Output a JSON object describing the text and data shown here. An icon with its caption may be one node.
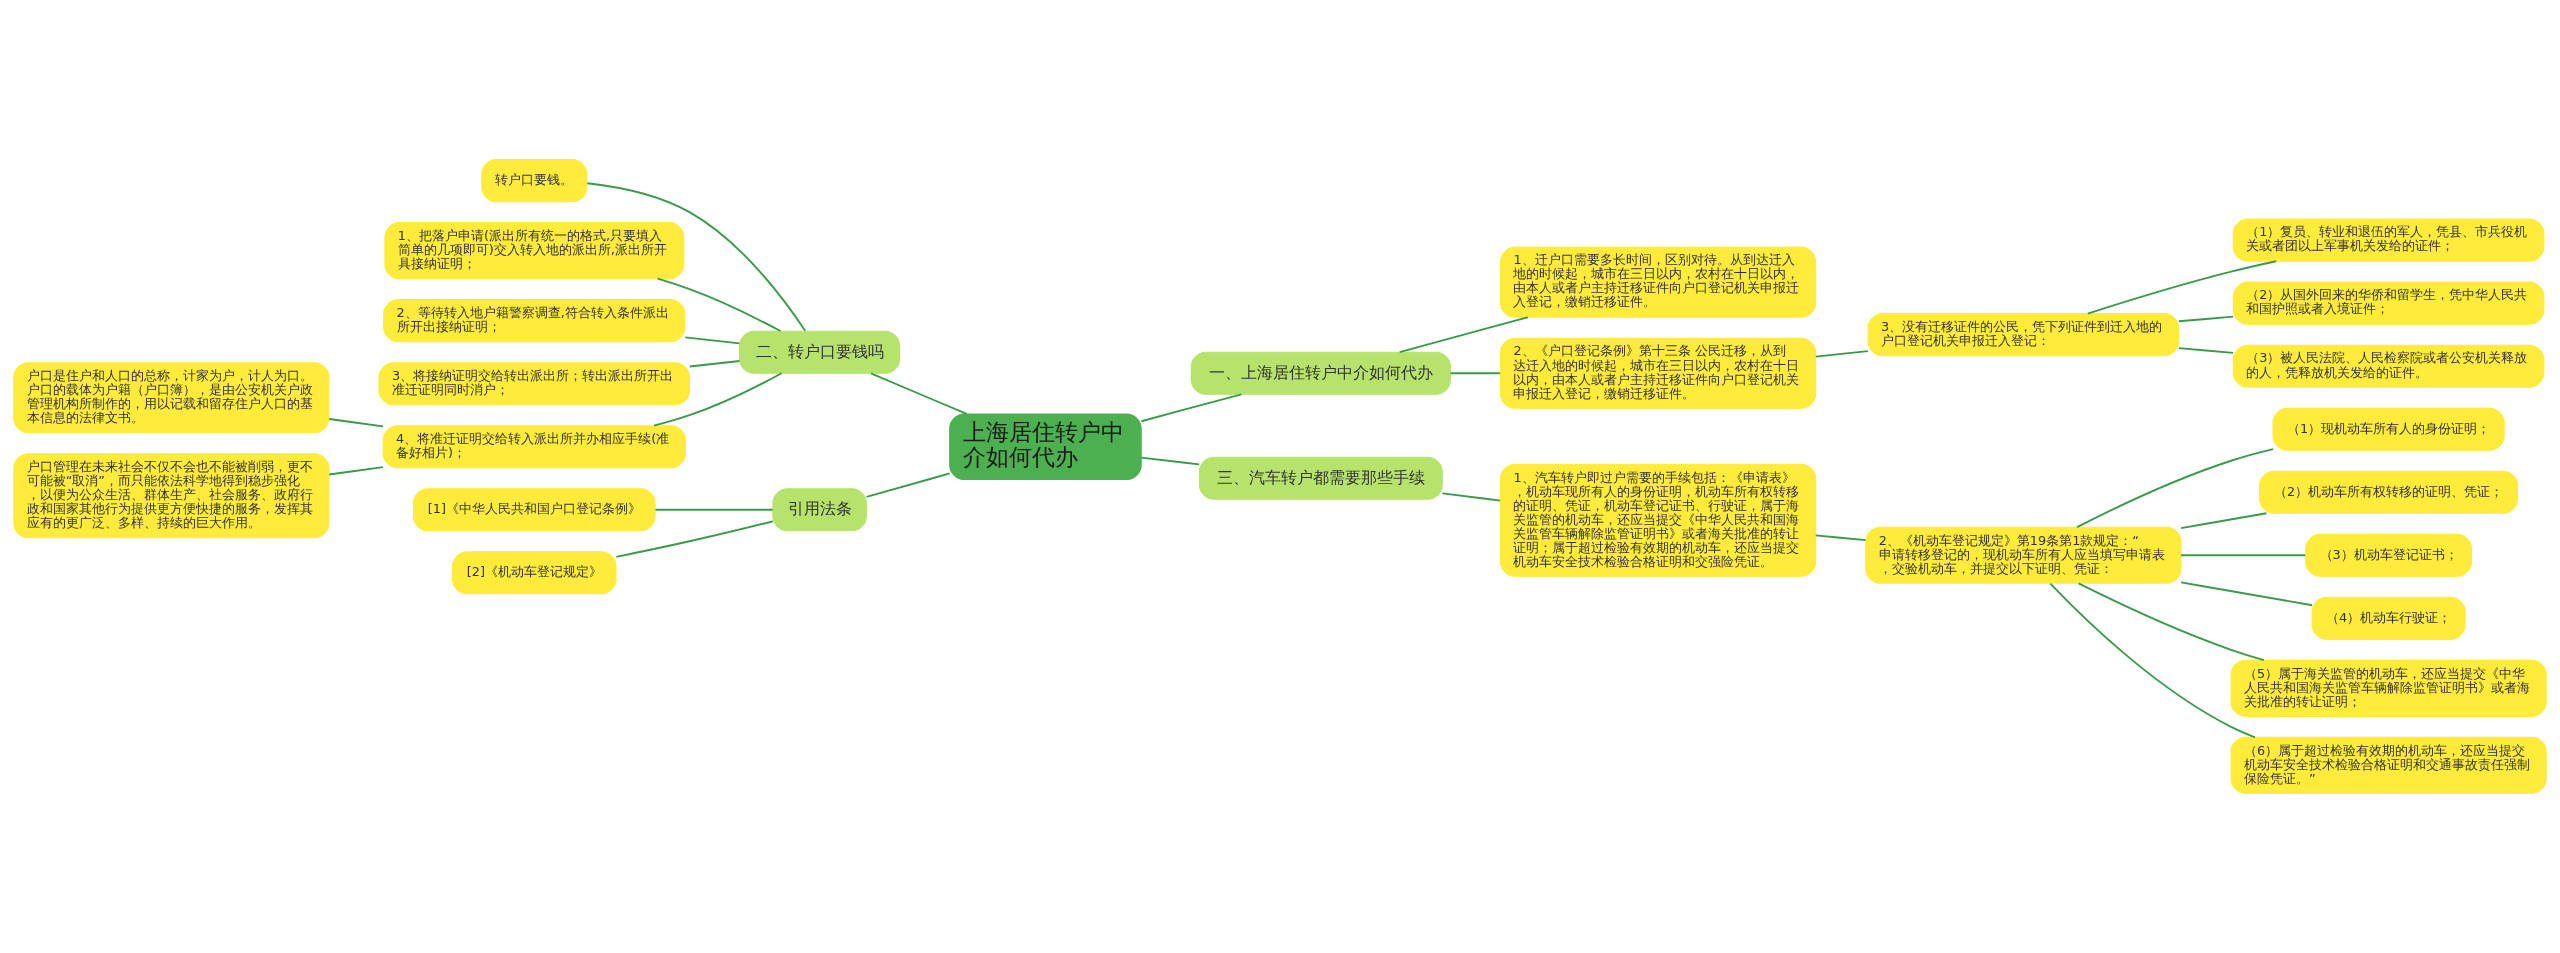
{
  "diagram": {
    "nodes": [
      {
        "text": [
          "上海居住转户中介如何代办"
        ]
      },
      {
        "text": [
          "一、上海居住转户中介如何代办"
        ]
      },
      {
        "text": [
          "1、迁户口需要多长时间，区别对待。从到达迁入地的时候起，城市在三日以内，农村在十日以内，由本人或者户主持迁移证件向户口登记机关申报迁入登记，缴销迁移证件。"
        ]
      },
      {
        "text": [
          "2、《户口登记条例》第十三条 公民迁移，从到达迁入地的时候起，城市在三日以内，农村在十日以内，由本人或者户主持迁移证件向户口登记机关申报迁入登记，缴销迁移证件。"
        ]
      },
      {
        "text": [
          "3、没有迁移证件的公民，凭下列证件到迁入地的户口登记机关申报迁入登记："
        ]
      },
      {
        "text": [
          "（1）复员、转业和退伍的军人，凭县、市兵役机关或者团以上军事机关发给的证件；"
        ]
      },
      {
        "text": [
          "（2）从国外回来的华侨和留学生，凭中华人民共和国护照或者入境证件；"
        ]
      },
      {
        "text": [
          "（3）被人民法院、人民检察院或者公安机关释放的人，凭释放机关发给的证件。"
        ]
      },
      {
        "text": [
          "三、汽车转户都需要那些手续"
        ]
      },
      {
        "text": [
          "1、汽车转户即过户需要的手续包括：《申请表》，机动车现所有人的身份证明，机动车所有权转移的证明、凭证，机动车登记证书、行驶证，属于海关监管的机动车，还应当提交《中华人民共和国海关监管车辆解除监管证明书》或者海关批准的转让证明；属于超过检验有效期的机动车，还应当提交机动车安全技术检验合格证明和交强险凭证。"
        ]
      },
      {
        "text": [
          "2、《机动车登记规定》第19条第1款规定：“申请转移登记的，现机动车所有人应当填写申请表，交验机动车，并提交以下证明、凭证："
        ]
      },
      {
        "text": [
          "（1）现机动车所有人的身份证明；"
        ]
      },
      {
        "text": [
          "（2）机动车所有权转移的证明、凭证；"
        ]
      },
      {
        "text": [
          "（3）机动车登记证书；"
        ]
      },
      {
        "text": [
          "（4）机动车行驶证；"
        ]
      },
      {
        "text": [
          "（5）属于海关监管的机动车，还应当提交《中华人民共和国海关监管车辆解除监管证明书》或者海关批准的转让证明；"
        ]
      },
      {
        "text": [
          "（6）属于超过检验有效期的机动车，还应当提交机动车安全技术检验合格证明和交通事故责任强制保险凭证。”"
        ]
      },
      {
        "text": [
          "二、转户口要钱吗"
        ]
      },
      {
        "text": [
          "转户口要钱。"
        ]
      },
      {
        "text": [
          "1、把落户申请(派出所有统一的格式,只要填入简单的几项即可)交入转入地的派出所,派出所开具接纳证明；"
        ]
      },
      {
        "text": [
          "2、等待转入地户籍警察调查,符合转入条件派出所开出接纳证明；"
        ]
      },
      {
        "text": [
          "3、将接纳证明交给转出派出所；转出派出所开出准迁证明同时消户；"
        ]
      },
      {
        "text": [
          "4、将准迁证明交给转入派出所并办相应手续(准备好相片)；"
        ]
      },
      {
        "text": [
          "户口是住户和人口的总称，计家为户，计人为口。户口的载体为户籍（户口簿），是由公安机关户政管理机构所制作的，用以记载和留存住户人口的基本信息的法律文书。"
        ]
      },
      {
        "text": [
          "户口管理在未来社会不仅不会也不能被削弱，更不可能被“取消”，而只能依法科学地得到稳步强化，以便为公众生活、群体生产、社会服务、政府行政和国家其他行为提供更方便快捷的服务，发挥其应有的更广泛、多样、持续的巨大作用。"
        ]
      },
      {
        "text": [
          "引用法条"
        ]
      },
      {
        "text": [
          "[1]《中华人民共和国户口登记条例》"
        ]
      },
      {
        "text": [
          "[2]《机动车登记规定》"
        ]
      }
    ],
    "edges": [
      {
        "from": 0,
        "to": 1,
        "arrow": "none"
      },
      {
        "from": 1,
        "to": 2,
        "arrow": "none"
      },
      {
        "from": 1,
        "to": 3,
        "arrow": "none"
      },
      {
        "from": 3,
        "to": 4,
        "arrow": "none"
      },
      {
        "from": 4,
        "to": 5,
        "arrow": "none"
      },
      {
        "from": 4,
        "to": 6,
        "arrow": "none"
      },
      {
        "from": 4,
        "to": 7,
        "arrow": "none"
      },
      {
        "from": 0,
        "to": 8,
        "arrow": "none"
      },
      {
        "from": 8,
        "to": 9,
        "arrow": "none"
      },
      {
        "from": 9,
        "to": 10,
        "arrow": "none"
      },
      {
        "from": 10,
        "to": 11,
        "arrow": "none"
      },
      {
        "from": 10,
        "to": 12,
        "arrow": "none"
      },
      {
        "from": 10,
        "to": 13,
        "arrow": "none"
      },
      {
        "from": 10,
        "to": 14,
        "arrow": "none"
      },
      {
        "from": 10,
        "to": 15,
        "arrow": "none"
      },
      {
        "from": 10,
        "to": 16,
        "arrow": "none"
      },
      {
        "from": 0,
        "to": 17,
        "arrow": "none"
      },
      {
        "from": 17,
        "to": 18,
        "arrow": "none"
      },
      {
        "from": 17,
        "to": 19,
        "arrow": "none"
      },
      {
        "from": 17,
        "to": 20,
        "arrow": "none"
      },
      {
        "from": 17,
        "to": 21,
        "arrow": "none"
      },
      {
        "from": 17,
        "to": 22,
        "arrow": "none"
      },
      {
        "from": 22,
        "to": 23,
        "arrow": "none"
      },
      {
        "from": 22,
        "to": 24,
        "arrow": "none"
      },
      {
        "from": 0,
        "to": 25,
        "arrow": "none"
      },
      {
        "from": 25,
        "to": 26,
        "arrow": "none"
      },
      {
        "from": 25,
        "to": 27,
        "arrow": "none"
      }
    ]
  }
}
